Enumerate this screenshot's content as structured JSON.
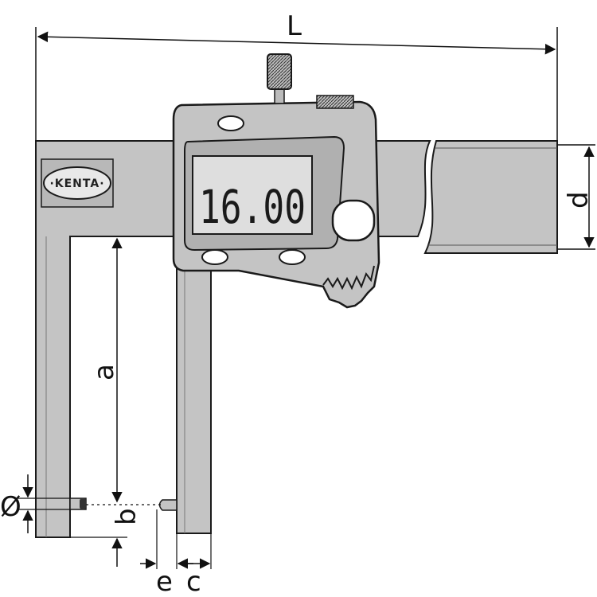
{
  "brand": "·KENTA·",
  "display": {
    "reading": "16.00"
  },
  "dimensions": {
    "L": "L",
    "d": "d",
    "a": "a",
    "phi": "Ø",
    "b": "b",
    "e": "e",
    "c": "c"
  },
  "colors": {
    "body": "#c4c4c4",
    "body_dark": "#a9a9a9",
    "lcd": "#dedede",
    "outline": "#1a1a1a",
    "background": "#ffffff"
  }
}
